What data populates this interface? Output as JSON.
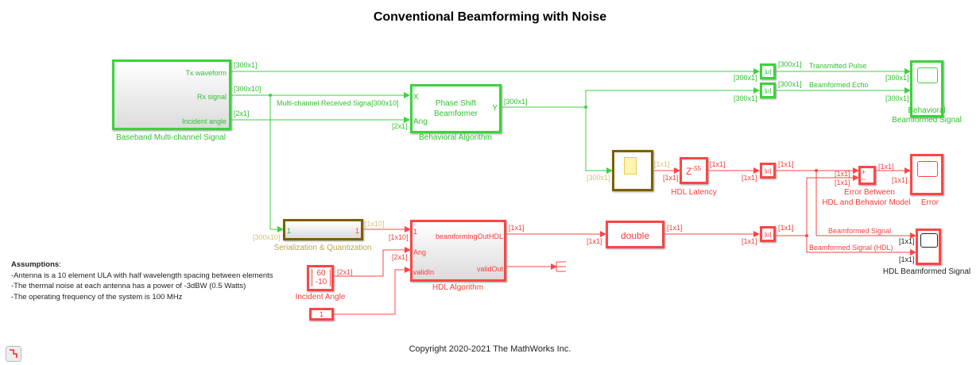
{
  "title": "Conventional Beamforming with Noise",
  "copyright": "Copyright 2020-2021 The MathWorks Inc.",
  "colors": {
    "behavioral": "#3cd23c",
    "hdl": "#ff4545",
    "quantized": "#7d5f00"
  },
  "blocks": {
    "baseband": {
      "caption": "Baseband Multi-channel Signal",
      "ports": [
        "Tx waveform",
        "Rx signal",
        "Incident angle"
      ]
    },
    "beamformer": {
      "caption": "Behavioral Algorithm",
      "text1": "Phase Shift",
      "text2": "Beamformer",
      "in1": "X",
      "in2": "Ang",
      "out": "Y"
    },
    "abs_label": "|u|",
    "behavioral_scope": {
      "caption1": "Behavioral",
      "caption2": "Beamformed Signal"
    },
    "latency": {
      "caption": "HDL Latency",
      "text": "Z",
      "exp": "-55"
    },
    "sum": {
      "plus": "+",
      "minus": "−",
      "caption1": "Error Between",
      "caption2": "HDL and Behavior Model"
    },
    "error_scope": {
      "caption": "Error"
    },
    "serialization": {
      "caption": "Serialization & Quantization",
      "in": "1",
      "out": "1"
    },
    "hdl": {
      "caption": "HDL Algorithm",
      "in1": "1",
      "in2": "Ang",
      "in3": "validIn",
      "out1": "beamformingOutHDL",
      "out2": "validOut"
    },
    "double": {
      "text": "double"
    },
    "incident_angle": {
      "caption": "Incident Angle",
      "v1": "60",
      "v2": "-10"
    },
    "valid_const": {
      "value": "1"
    },
    "hdl_scope": {
      "caption": "HDL Beamformed Signal"
    }
  },
  "signals": {
    "rx_name": "Multi-channel Received Signa[300x10]",
    "transmitted": "Transmitted Pulse",
    "echo": "Beamformed Echo",
    "bf": "Beamformed Signal",
    "bf_hdl": "Beamformed Signal (HDL)"
  },
  "dims": {
    "d300x1": "[300x1]",
    "d300x10": "[300x10]",
    "d2x1": "[2x1]",
    "d1x1": "[1x1]",
    "d1x10": "[1x10]"
  },
  "notes": {
    "heading": "Assumptions",
    "colon": ":",
    "lines": [
      "-Antenna is a 10 element ULA with half wavelength spacing between elements",
      "-The thermal noise at each antenna has  a power of -3dBW (0.5 Watts)",
      "-The operating frequency of the system is 100 MHz"
    ]
  }
}
